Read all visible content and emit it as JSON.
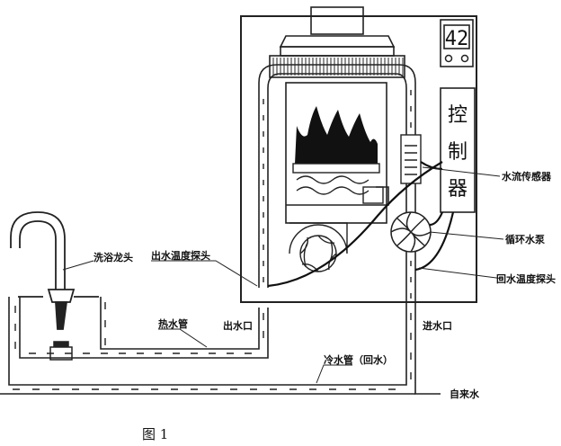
{
  "labels": {
    "faucet": "洗浴龙头",
    "outlet_probe": "出水温度探头",
    "flow_sensor": "水流传感器",
    "pump": "循环水泵",
    "return_probe": "回水温度探头",
    "hot_pipe": "热水管",
    "outlet": "出水口",
    "inlet": "进水口",
    "cold_pipe": "冷水管（回水）",
    "tap_water": "自来水",
    "controller": [
      "控",
      "制",
      "器"
    ],
    "display": "42",
    "caption": "图 1"
  }
}
